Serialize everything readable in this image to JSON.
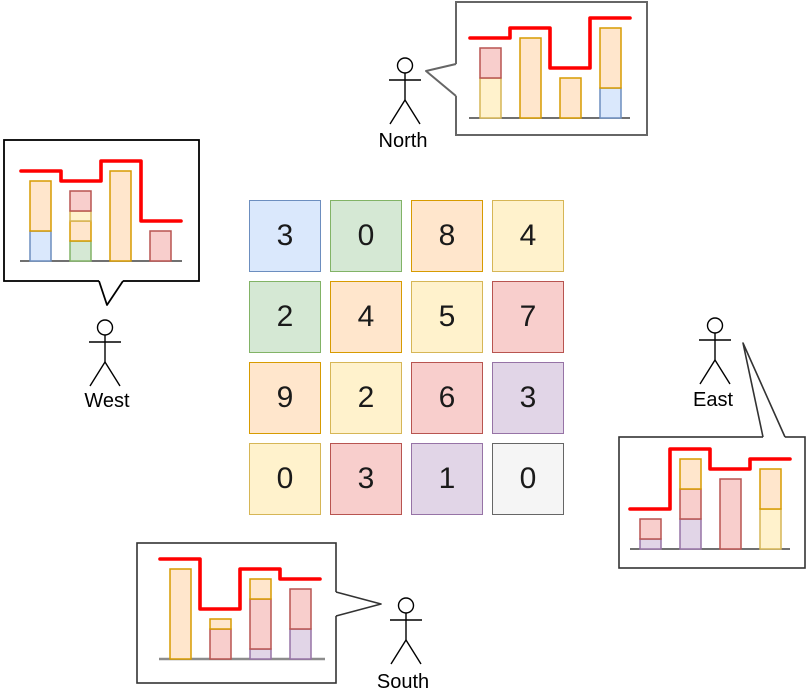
{
  "palette": {
    "blue": {
      "fill": "#dae8fc",
      "stroke": "#6c8ebf"
    },
    "green": {
      "fill": "#d5e8d4",
      "stroke": "#82b366"
    },
    "orange": {
      "fill": "#ffe6cc",
      "stroke": "#d79b00"
    },
    "yellow": {
      "fill": "#fff2cc",
      "stroke": "#d6b656"
    },
    "red": {
      "fill": "#f8cecc",
      "stroke": "#b85450"
    },
    "purple": {
      "fill": "#e1d5e7",
      "stroke": "#9673a6"
    },
    "gray": {
      "fill": "#f5f5f5",
      "stroke": "#666666"
    }
  },
  "accent_colors": {
    "skyline": "#ff0000"
  },
  "grid": {
    "cells": [
      {
        "value": "3",
        "color": "blue"
      },
      {
        "value": "0",
        "color": "green"
      },
      {
        "value": "8",
        "color": "orange"
      },
      {
        "value": "4",
        "color": "yellow"
      },
      {
        "value": "2",
        "color": "green"
      },
      {
        "value": "4",
        "color": "orange"
      },
      {
        "value": "5",
        "color": "yellow"
      },
      {
        "value": "7",
        "color": "red"
      },
      {
        "value": "9",
        "color": "orange"
      },
      {
        "value": "2",
        "color": "yellow"
      },
      {
        "value": "6",
        "color": "red"
      },
      {
        "value": "3",
        "color": "purple"
      },
      {
        "value": "0",
        "color": "yellow"
      },
      {
        "value": "3",
        "color": "red"
      },
      {
        "value": "1",
        "color": "purple"
      },
      {
        "value": "0",
        "color": "gray"
      }
    ]
  },
  "chart_data": [
    {
      "id": "north",
      "type": "bar",
      "title": "North",
      "bars": [
        {
          "segments": [
            {
              "color": "yellow",
              "value": 4
            },
            {
              "color": "red",
              "value": 3
            }
          ]
        },
        {
          "segments": [
            {
              "color": "orange",
              "value": 8
            }
          ]
        },
        {
          "segments": [
            {
              "color": "orange",
              "value": 4
            }
          ]
        },
        {
          "segments": [
            {
              "color": "blue",
              "value": 3
            },
            {
              "color": "orange",
              "value": 6
            }
          ]
        }
      ],
      "skyline_levels": [
        8,
        9,
        5,
        10
      ]
    },
    {
      "id": "west",
      "type": "bar",
      "title": "West",
      "bars": [
        {
          "segments": [
            {
              "color": "blue",
              "value": 3
            },
            {
              "color": "orange",
              "value": 5
            }
          ]
        },
        {
          "segments": [
            {
              "color": "green",
              "value": 2
            },
            {
              "color": "orange",
              "value": 2
            },
            {
              "color": "yellow",
              "value": 1
            },
            {
              "color": "red",
              "value": 2
            }
          ]
        },
        {
          "segments": [
            {
              "color": "orange",
              "value": 9
            }
          ]
        },
        {
          "segments": [
            {
              "color": "red",
              "value": 3
            }
          ]
        }
      ],
      "skyline_levels": [
        9,
        8,
        10,
        4
      ]
    },
    {
      "id": "east",
      "type": "bar",
      "title": "East",
      "bars": [
        {
          "segments": [
            {
              "color": "purple",
              "value": 1
            },
            {
              "color": "red",
              "value": 2
            }
          ]
        },
        {
          "segments": [
            {
              "color": "purple",
              "value": 3
            },
            {
              "color": "red",
              "value": 3
            },
            {
              "color": "orange",
              "value": 3
            }
          ]
        },
        {
          "segments": [
            {
              "color": "red",
              "value": 7
            }
          ]
        },
        {
          "segments": [
            {
              "color": "yellow",
              "value": 4
            },
            {
              "color": "orange",
              "value": 4
            }
          ]
        }
      ],
      "skyline_levels": [
        4,
        10,
        8,
        9
      ]
    },
    {
      "id": "south",
      "type": "bar",
      "title": "South",
      "bars": [
        {
          "segments": [
            {
              "color": "orange",
              "value": 9
            }
          ]
        },
        {
          "segments": [
            {
              "color": "red",
              "value": 3
            },
            {
              "color": "orange",
              "value": 1
            }
          ]
        },
        {
          "segments": [
            {
              "color": "purple",
              "value": 1
            },
            {
              "color": "red",
              "value": 5
            },
            {
              "color": "orange",
              "value": 2
            }
          ]
        },
        {
          "segments": [
            {
              "color": "purple",
              "value": 3
            },
            {
              "color": "red",
              "value": 4
            }
          ]
        }
      ],
      "skyline_levels": [
        10,
        5,
        9,
        8
      ]
    }
  ]
}
